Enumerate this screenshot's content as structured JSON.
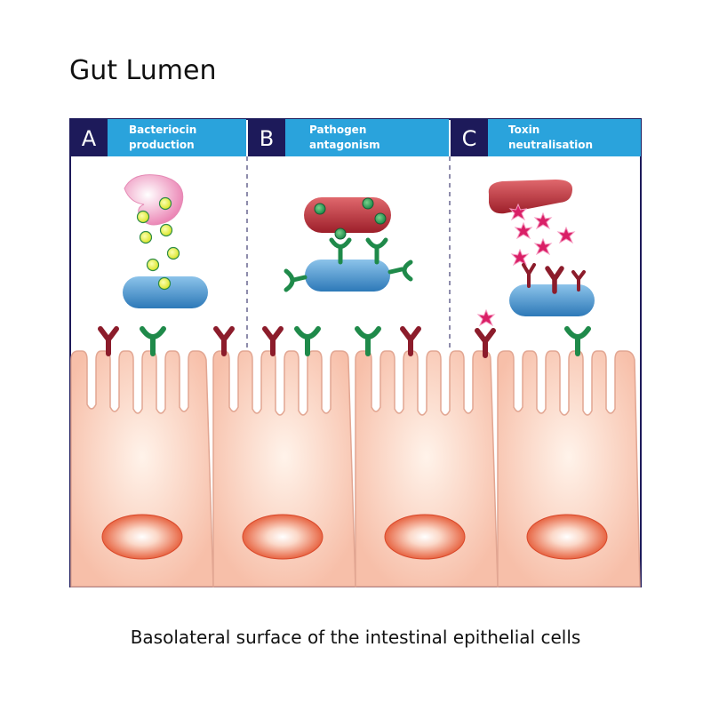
{
  "title_top": "Gut Lumen",
  "title_bottom": "Basolateral surface of the intestinal epithelial cells",
  "panels": [
    {
      "letter": "A",
      "line1": "Bacteriocin",
      "line2": "production"
    },
    {
      "letter": "B",
      "line1": "Pathogen",
      "line2": "antagonism"
    },
    {
      "letter": "C",
      "line1": "Toxin",
      "line2": "neutralisation"
    }
  ],
  "colors": {
    "frame": "#1d1a5a",
    "header_bar": "#2aa3dc",
    "letter_box": "#1d1a5a",
    "cell": "#f8c5b1",
    "cell_edge": "#e2a692",
    "nucleus": "#ea6a46",
    "antibody_red": "#8c1c2b",
    "receptor_green": "#1f8a4a",
    "bacterium_blue": "#3e8fcf",
    "bacterium_red": "#b8313a",
    "bacteriocin": "#e3f03a",
    "toxin": "#d91f66"
  }
}
